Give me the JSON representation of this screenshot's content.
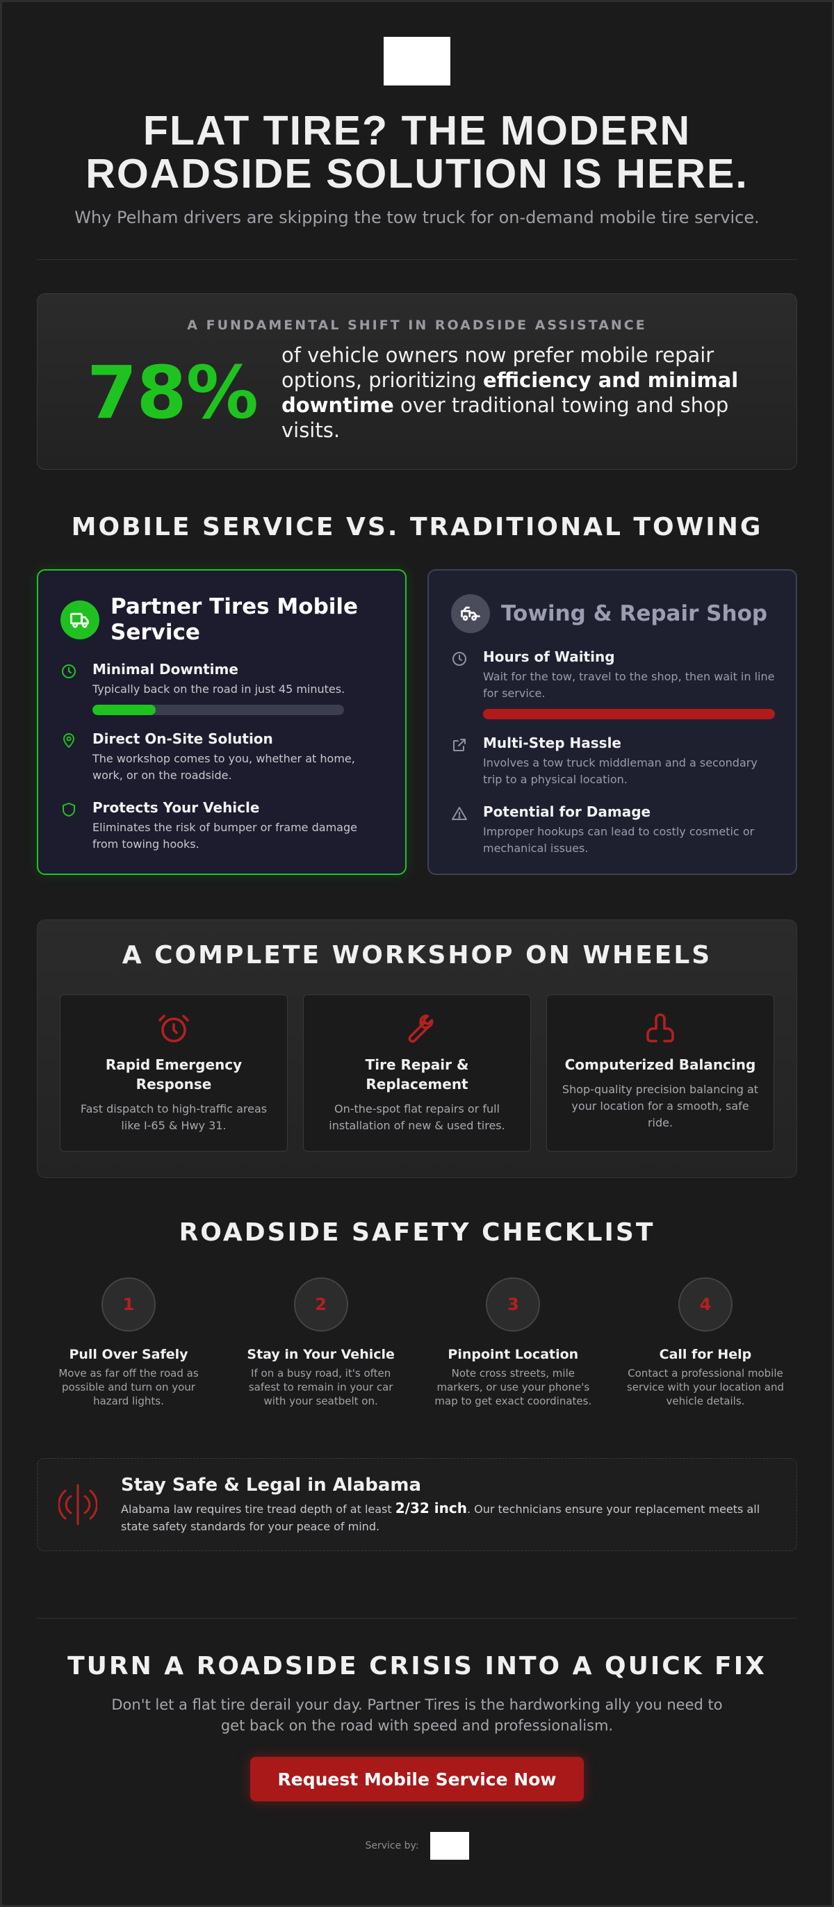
{
  "hero": {
    "title": "Flat Tire? The Modern Roadside Solution Is Here.",
    "subtitle": "Why Pelham drivers are skipping the tow truck for on-demand mobile tire service."
  },
  "stat": {
    "kicker": "A Fundamental Shift in Roadside Assistance",
    "number": "78%",
    "text_before": "of vehicle owners now prefer mobile repair options, prioritizing ",
    "text_bold": "efficiency and minimal downtime",
    "text_after": " over traditional towing and shop visits."
  },
  "comparison": {
    "title": "Mobile Service vs. Traditional Towing",
    "mobile": {
      "title": "Partner Tires Mobile Service",
      "icon": "truck-icon",
      "accent": "#1fc31f",
      "features": [
        {
          "title": "Minimal Downtime",
          "desc": "Typically back on the road in just 45 minutes.",
          "icon": "clock-icon",
          "bar_fraction": 0.25
        },
        {
          "title": "Direct On-Site Solution",
          "desc": "The workshop comes to you, whether at home, work, or on the roadside.",
          "icon": "location-pin-icon"
        },
        {
          "title": "Protects Your Vehicle",
          "desc": "Eliminates the risk of bumper or frame damage from towing hooks.",
          "icon": "shield-icon"
        }
      ]
    },
    "towing": {
      "title": "Towing & Repair Shop",
      "icon": "tow-truck-icon",
      "accent": "#b21a1a",
      "features": [
        {
          "title": "Hours of Waiting",
          "desc": "Wait for the tow, travel to the shop, then wait in line for service.",
          "icon": "clock-icon",
          "bar_fraction": 1.0
        },
        {
          "title": "Multi-Step Hassle",
          "desc": "Involves a tow truck middleman and a secondary trip to a physical location.",
          "icon": "external-link-icon"
        },
        {
          "title": "Potential for Damage",
          "desc": "Improper hookups can lead to costly cosmetic or mechanical issues.",
          "icon": "warning-icon"
        }
      ]
    }
  },
  "workshop": {
    "title": "A Complete Workshop on Wheels",
    "tiles": [
      {
        "title": "Rapid Emergency Response",
        "desc": "Fast dispatch to high-traffic areas like I-65 & Hwy 31.",
        "icon": "alarm-clock-icon"
      },
      {
        "title": "Tire Repair & Replacement",
        "desc": "On-the-spot flat repairs or full installation of new & used tires.",
        "icon": "wrench-icon"
      },
      {
        "title": "Computerized Balancing",
        "desc": "Shop-quality precision balancing at your location for a smooth, safe ride.",
        "icon": "balance-icon"
      }
    ]
  },
  "checklist": {
    "title": "Roadside Safety Checklist",
    "steps": [
      {
        "number": "1",
        "title": "Pull Over Safely",
        "desc": "Move as far off the road as possible and turn on your hazard lights."
      },
      {
        "number": "2",
        "title": "Stay in Your Vehicle",
        "desc": "If on a busy road, it's often safest to remain in your car with your seatbelt on."
      },
      {
        "number": "3",
        "title": "Pinpoint Location",
        "desc": "Note cross streets, mile markers, or use your phone's map to get exact coordinates."
      },
      {
        "number": "4",
        "title": "Call for Help",
        "desc": "Contact a professional mobile service with your location and vehicle details."
      }
    ]
  },
  "legal": {
    "title": "Stay Safe & Legal in Alabama",
    "text_before": "Alabama law requires tire tread depth of at least ",
    "text_bold": "2/32 inch",
    "text_after": ". Our technicians ensure your replacement meets all state safety standards for your peace of mind.",
    "icon": "broadcast-icon"
  },
  "cta": {
    "title": "Turn a Roadside Crisis Into a Quick Fix",
    "subtitle": "Don't let a flat tire derail your day. Partner Tires is the hardworking ally you need to get back on the road with speed and professionalism.",
    "button_label": "Request Mobile Service Now"
  },
  "footer": {
    "label": "Service by:"
  }
}
